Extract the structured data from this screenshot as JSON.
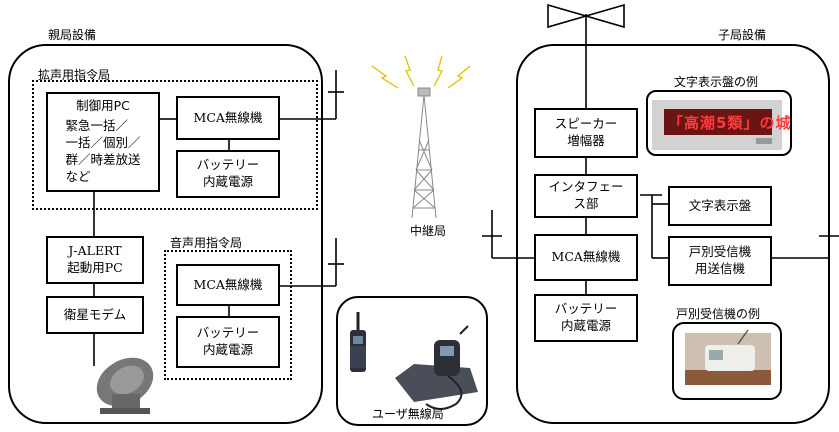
{
  "parent": {
    "title": "親局設備",
    "loud_center_title": "拡声用指令局",
    "control_pc": "制御用PC",
    "control_pc_desc": "緊急一括／\n一括／個別／\n群／時差放送\nなど",
    "mca1": "MCA無線機",
    "battery1": "バッテリー\n内蔵電源",
    "jalert": "J-ALERT\n起動用PC",
    "sat_modem": "衛星モデム",
    "voice_center_title": "音声用指令局",
    "mca2": "MCA無線機",
    "battery2": "バッテリー\n内蔵電源"
  },
  "relay": {
    "label": "中継局"
  },
  "user": {
    "label": "ユーザ無線局"
  },
  "child": {
    "title": "子局設備",
    "amp": "スピーカー\n増幅器",
    "interface": "インタフェー\nス部",
    "mca": "MCA無線機",
    "battery": "バッテリー\n内蔵電源",
    "text_display": "文字表示盤",
    "house_tx": "戸別受信機\n用送信機",
    "sign_example_label": "文字表示盤の例",
    "sign_text": "「高潮5類」の城",
    "receiver_example_label": "戸別受信機の例"
  }
}
